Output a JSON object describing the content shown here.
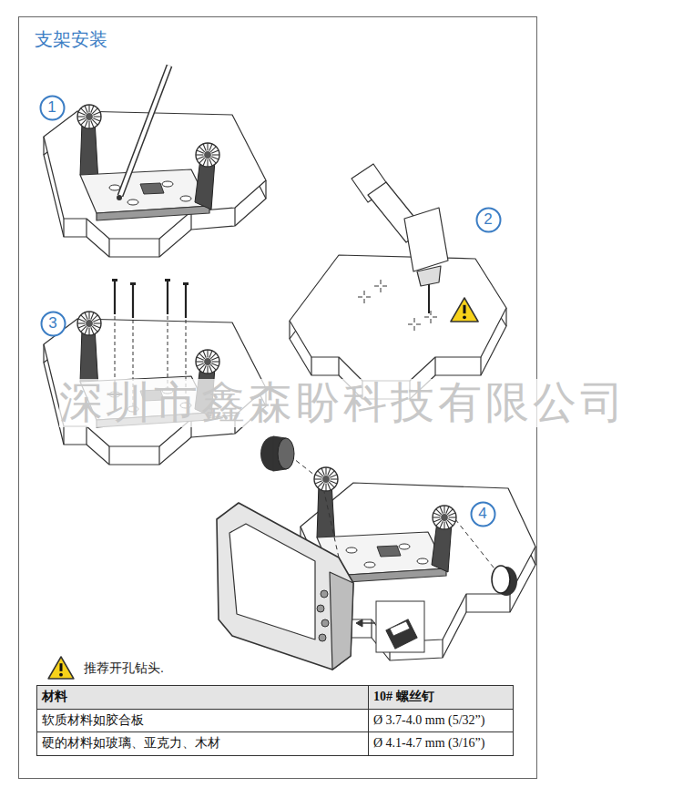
{
  "diagram": {
    "title": "支架安装",
    "nodes": [
      {
        "text": [
          "1"
        ]
      },
      {
        "text": [
          "2"
        ]
      },
      {
        "text": [
          "3"
        ]
      },
      {
        "text": [
          "4"
        ]
      }
    ],
    "labels": [
      "深圳市鑫森盼科技有限公司",
      "推荐开孔钻头.",
      "材料",
      "10# 螺丝钉",
      "软质材料如胶合板",
      "Ø 3.7-4.0 mm (5/32”)",
      "硬的材料如玻璃、亚克力、木材",
      "Ø 4.1-4.7 mm (3/16”)"
    ]
  }
}
